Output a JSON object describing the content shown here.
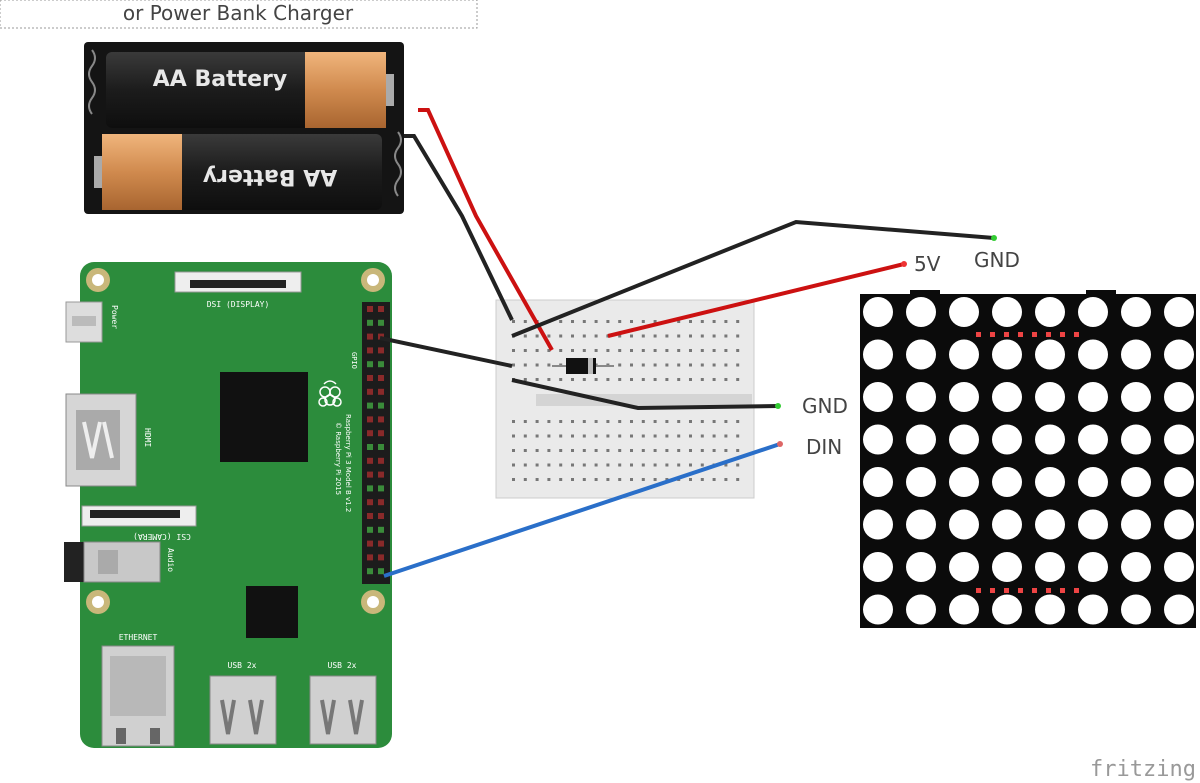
{
  "caption": "or Power Bank Charger",
  "battery": {
    "top_label": "AA Battery",
    "bottom_label": "AA Battery"
  },
  "raspberry_pi": {
    "power_label": "Power",
    "dsi_label": "DSI (DISPLAY)",
    "hdmi_label": "HDMI",
    "csi_label": "CSI (CAMERA)",
    "audio_label": "Audio",
    "ethernet_label": "ETHERNET",
    "usb_label_1": "USB 2x",
    "usb_label_2": "USB 2x",
    "gpio_label": "GPIO",
    "model_label": "Raspberry Pi 3 Model B v1.2",
    "copyright_label": "© Raspberry Pi 2015"
  },
  "wire_labels": {
    "five_v": "5V",
    "gnd_top": "GND",
    "gnd_mid": "GND",
    "din": "DIN"
  },
  "matrix": {
    "rows": 8,
    "cols": 8
  },
  "branding": "fritzing",
  "colors": {
    "board_green": "#2c8c3c",
    "wire_red": "#cc1111",
    "wire_black": "#222222",
    "wire_blue": "#2a6fc9",
    "battery_copper": "#d08a4e",
    "matrix_black": "#0b0b0b"
  }
}
